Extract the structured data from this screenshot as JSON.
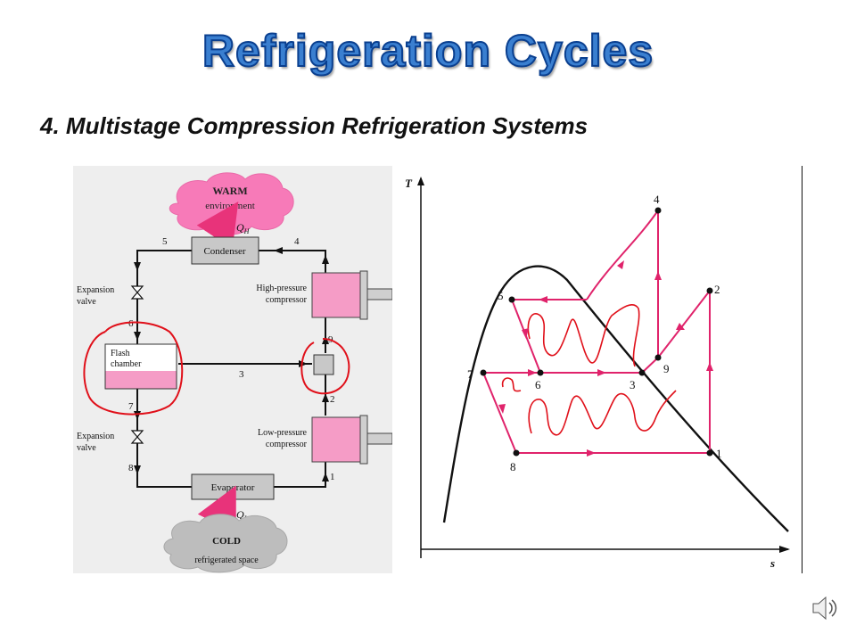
{
  "slide": {
    "title": "Refrigeration Cycles",
    "subtitle": "4. Multistage Compression Refrigeration Systems"
  },
  "schematic": {
    "warm_label": "WARM",
    "warm_sub": "environment",
    "qh": "Q",
    "qh_sub": "H",
    "condenser": "Condenser",
    "hp_compressor_line1": "High-pressure",
    "hp_compressor_line2": "compressor",
    "lp_compressor_line1": "Low-pressure",
    "lp_compressor_line2": "compressor",
    "flash_line1": "Flash",
    "flash_line2": "chamber",
    "exp_valve_upper_line1": "Expansion",
    "exp_valve_upper_line2": "valve",
    "exp_valve_lower_line1": "Expansion",
    "exp_valve_lower_line2": "valve",
    "evaporator": "Evaporator",
    "ql": "Q",
    "ql_sub": "L",
    "cold_label": "COLD",
    "cold_sub": "refrigerated space",
    "state_labels": [
      "1",
      "2",
      "3",
      "4",
      "5",
      "6",
      "7",
      "8",
      "9"
    ]
  },
  "ts_diagram": {
    "y_axis": "T",
    "x_axis": "s",
    "point_labels": [
      "1",
      "2",
      "3",
      "4",
      "5",
      "6",
      "7",
      "8",
      "9"
    ]
  },
  "colors": {
    "title_fill": "#3a7fd0",
    "title_outline": "#0a3f8f",
    "cycle_magenta": "#e0236b",
    "pink_box": "#f59cc6",
    "warm_cloud": "#f77ab8",
    "handwriting_red": "#e0101a",
    "equipment_gray": "#c8c8c8"
  },
  "icons": [
    "speaker-icon"
  ]
}
